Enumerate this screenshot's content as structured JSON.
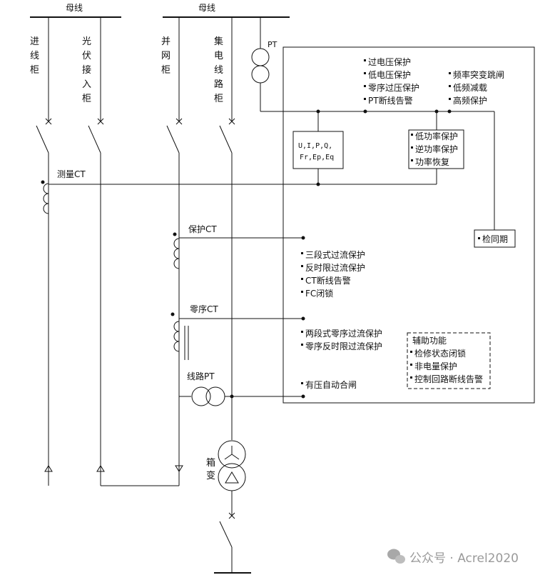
{
  "bus_labels": [
    "母线",
    "母线"
  ],
  "cabinets": {
    "incoming": [
      "进",
      "线",
      "柜"
    ],
    "pv_access": [
      "光",
      "伏",
      "接",
      "入",
      "柜"
    ],
    "grid": [
      "并",
      "网",
      "柜"
    ],
    "collector": [
      "集",
      "电",
      "线",
      "路",
      "柜"
    ]
  },
  "instruments": {
    "pt": "PT",
    "measure_ct": "测量CT",
    "protect_ct": "保护CT",
    "zero_ct": "零序CT",
    "line_pt": "线路PT",
    "box_transformer": [
      "箱",
      "变"
    ]
  },
  "measurement": {
    "line1": "U,I,P,Q,",
    "line2": "Fr,Ep,Eq"
  },
  "voltage_protection": [
    "过电压保护",
    "低电压保护",
    "零序过压保护",
    "PT断线告警"
  ],
  "frequency_protection": [
    "频率突变跳闸",
    "低频减载",
    "高频保护"
  ],
  "power_protection": [
    "低功率保护",
    "逆功率保护",
    "功率恢复"
  ],
  "sync_check": "检同期",
  "overcurrent_protection": [
    "三段式过流保护",
    "反时限过流保护",
    "CT断线告警",
    "FC闭锁"
  ],
  "zero_sequence_protection": [
    "两段式零序过流保护",
    "零序反时限过流保护"
  ],
  "auto_reclose": "有压自动合闸",
  "auxiliary": {
    "title": "辅助功能",
    "items": [
      "检修状态闭锁",
      "非电量保护",
      "控制回路断线告警"
    ]
  },
  "watermark": "公众号 · Acrel2020"
}
